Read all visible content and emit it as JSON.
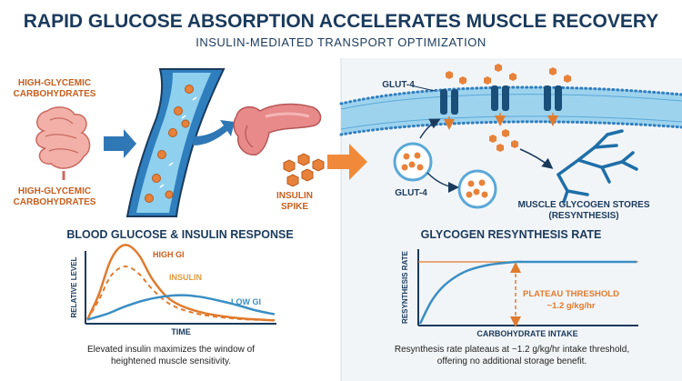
{
  "header": {
    "title": "RAPID GLUCOSE ABSORPTION ACCELERATES MUSCLE RECOVERY",
    "subtitle": "INSULIN-MEDIATED TRANSPORT OPTIMIZATION"
  },
  "colors": {
    "navy": "#1a3a5c",
    "orange": "#e07b2e",
    "blue": "#3a8fc4",
    "light_blue": "#7fc4e8",
    "panel_bg": "#f2f5f8"
  },
  "left_illustration": {
    "carb_label_top": [
      "HIGH-GLYCEMIC",
      "CARBOHYDRATES"
    ],
    "carb_label_bottom": [
      "HIGH-GLYCEMIC",
      "CARBOHYDRATES"
    ],
    "insulin_label": [
      "INSULIN",
      "SPIKE"
    ],
    "icons": [
      "intestine-icon",
      "blood-vessel-icon",
      "pancreas-icon",
      "insulin-hexagon-icon"
    ]
  },
  "right_illustration": {
    "glut4_top": "GLUT-4",
    "glut4_bottom": "GLUT-4",
    "stores_label": [
      "MUSCLE GLYCOGEN STORES",
      "(RESYNTHESIS)"
    ],
    "icons": [
      "cell-membrane-icon",
      "glut4-channel-icon",
      "vesicle-icon",
      "glycogen-branch-icon"
    ]
  },
  "left_chart": {
    "title": "BLOOD GLUCOSE & INSULIN RESPONSE",
    "caption": [
      "Elevated insulin maximizes the window of",
      "heightened muscle sensitivity."
    ],
    "chart_data": {
      "type": "line",
      "title": "BLOOD GLUCOSE & INSULIN RESPONSE",
      "xlabel": "TIME",
      "ylabel": "RELATIVE LEVEL",
      "grid": false,
      "legend": "inline labels",
      "series": [
        {
          "name": "HIGH GI",
          "style": "solid",
          "color": "#e07b2e",
          "x": [
            0,
            0.06,
            0.12,
            0.17,
            0.22,
            0.28,
            0.35,
            0.45,
            0.6,
            0.8,
            1.0
          ],
          "y": [
            0.03,
            0.35,
            0.78,
            0.97,
            1.0,
            0.86,
            0.55,
            0.28,
            0.13,
            0.05,
            0.02
          ]
        },
        {
          "name": "INSULIN",
          "style": "dashed",
          "color": "#e07b2e",
          "x": [
            0,
            0.06,
            0.12,
            0.17,
            0.22,
            0.28,
            0.35,
            0.45,
            0.6,
            0.8,
            1.0
          ],
          "y": [
            0.03,
            0.28,
            0.58,
            0.7,
            0.72,
            0.62,
            0.42,
            0.22,
            0.1,
            0.04,
            0.02
          ]
        },
        {
          "name": "LOW GI",
          "style": "solid",
          "color": "#3a8fc4",
          "x": [
            0,
            0.1,
            0.2,
            0.3,
            0.4,
            0.5,
            0.6,
            0.7,
            0.8,
            0.9,
            1.0
          ],
          "y": [
            0.03,
            0.1,
            0.2,
            0.28,
            0.33,
            0.35,
            0.33,
            0.28,
            0.22,
            0.15,
            0.1
          ]
        }
      ]
    }
  },
  "right_chart": {
    "title": "GLYCOGEN RESYNTHESIS RATE",
    "caption": [
      "Resynthesis rate plateaus at ~1.2 g/kg/hr intake threshold,",
      "offering no additional storage benefit."
    ],
    "annotation": [
      "PLATEAU THRESHOLD",
      "~1.2 g/kg/hr"
    ],
    "chart_data": {
      "type": "line",
      "title": "GLYCOGEN RESYNTHESIS RATE",
      "xlabel": "CARBOHYDRATE INTAKE",
      "ylabel": "RESYNTHESIS RATE",
      "grid": false,
      "series": [
        {
          "name": "",
          "color": "#3a8fc4",
          "x": [
            0,
            0.05,
            0.1,
            0.16,
            0.22,
            0.3,
            0.38,
            0.45,
            0.52,
            1.0
          ],
          "y": [
            0,
            0.35,
            0.58,
            0.75,
            0.86,
            0.94,
            0.98,
            1.0,
            1.0,
            1.0
          ]
        }
      ],
      "reference_line": {
        "y": 1.0,
        "color": "#e07b2e"
      }
    }
  }
}
